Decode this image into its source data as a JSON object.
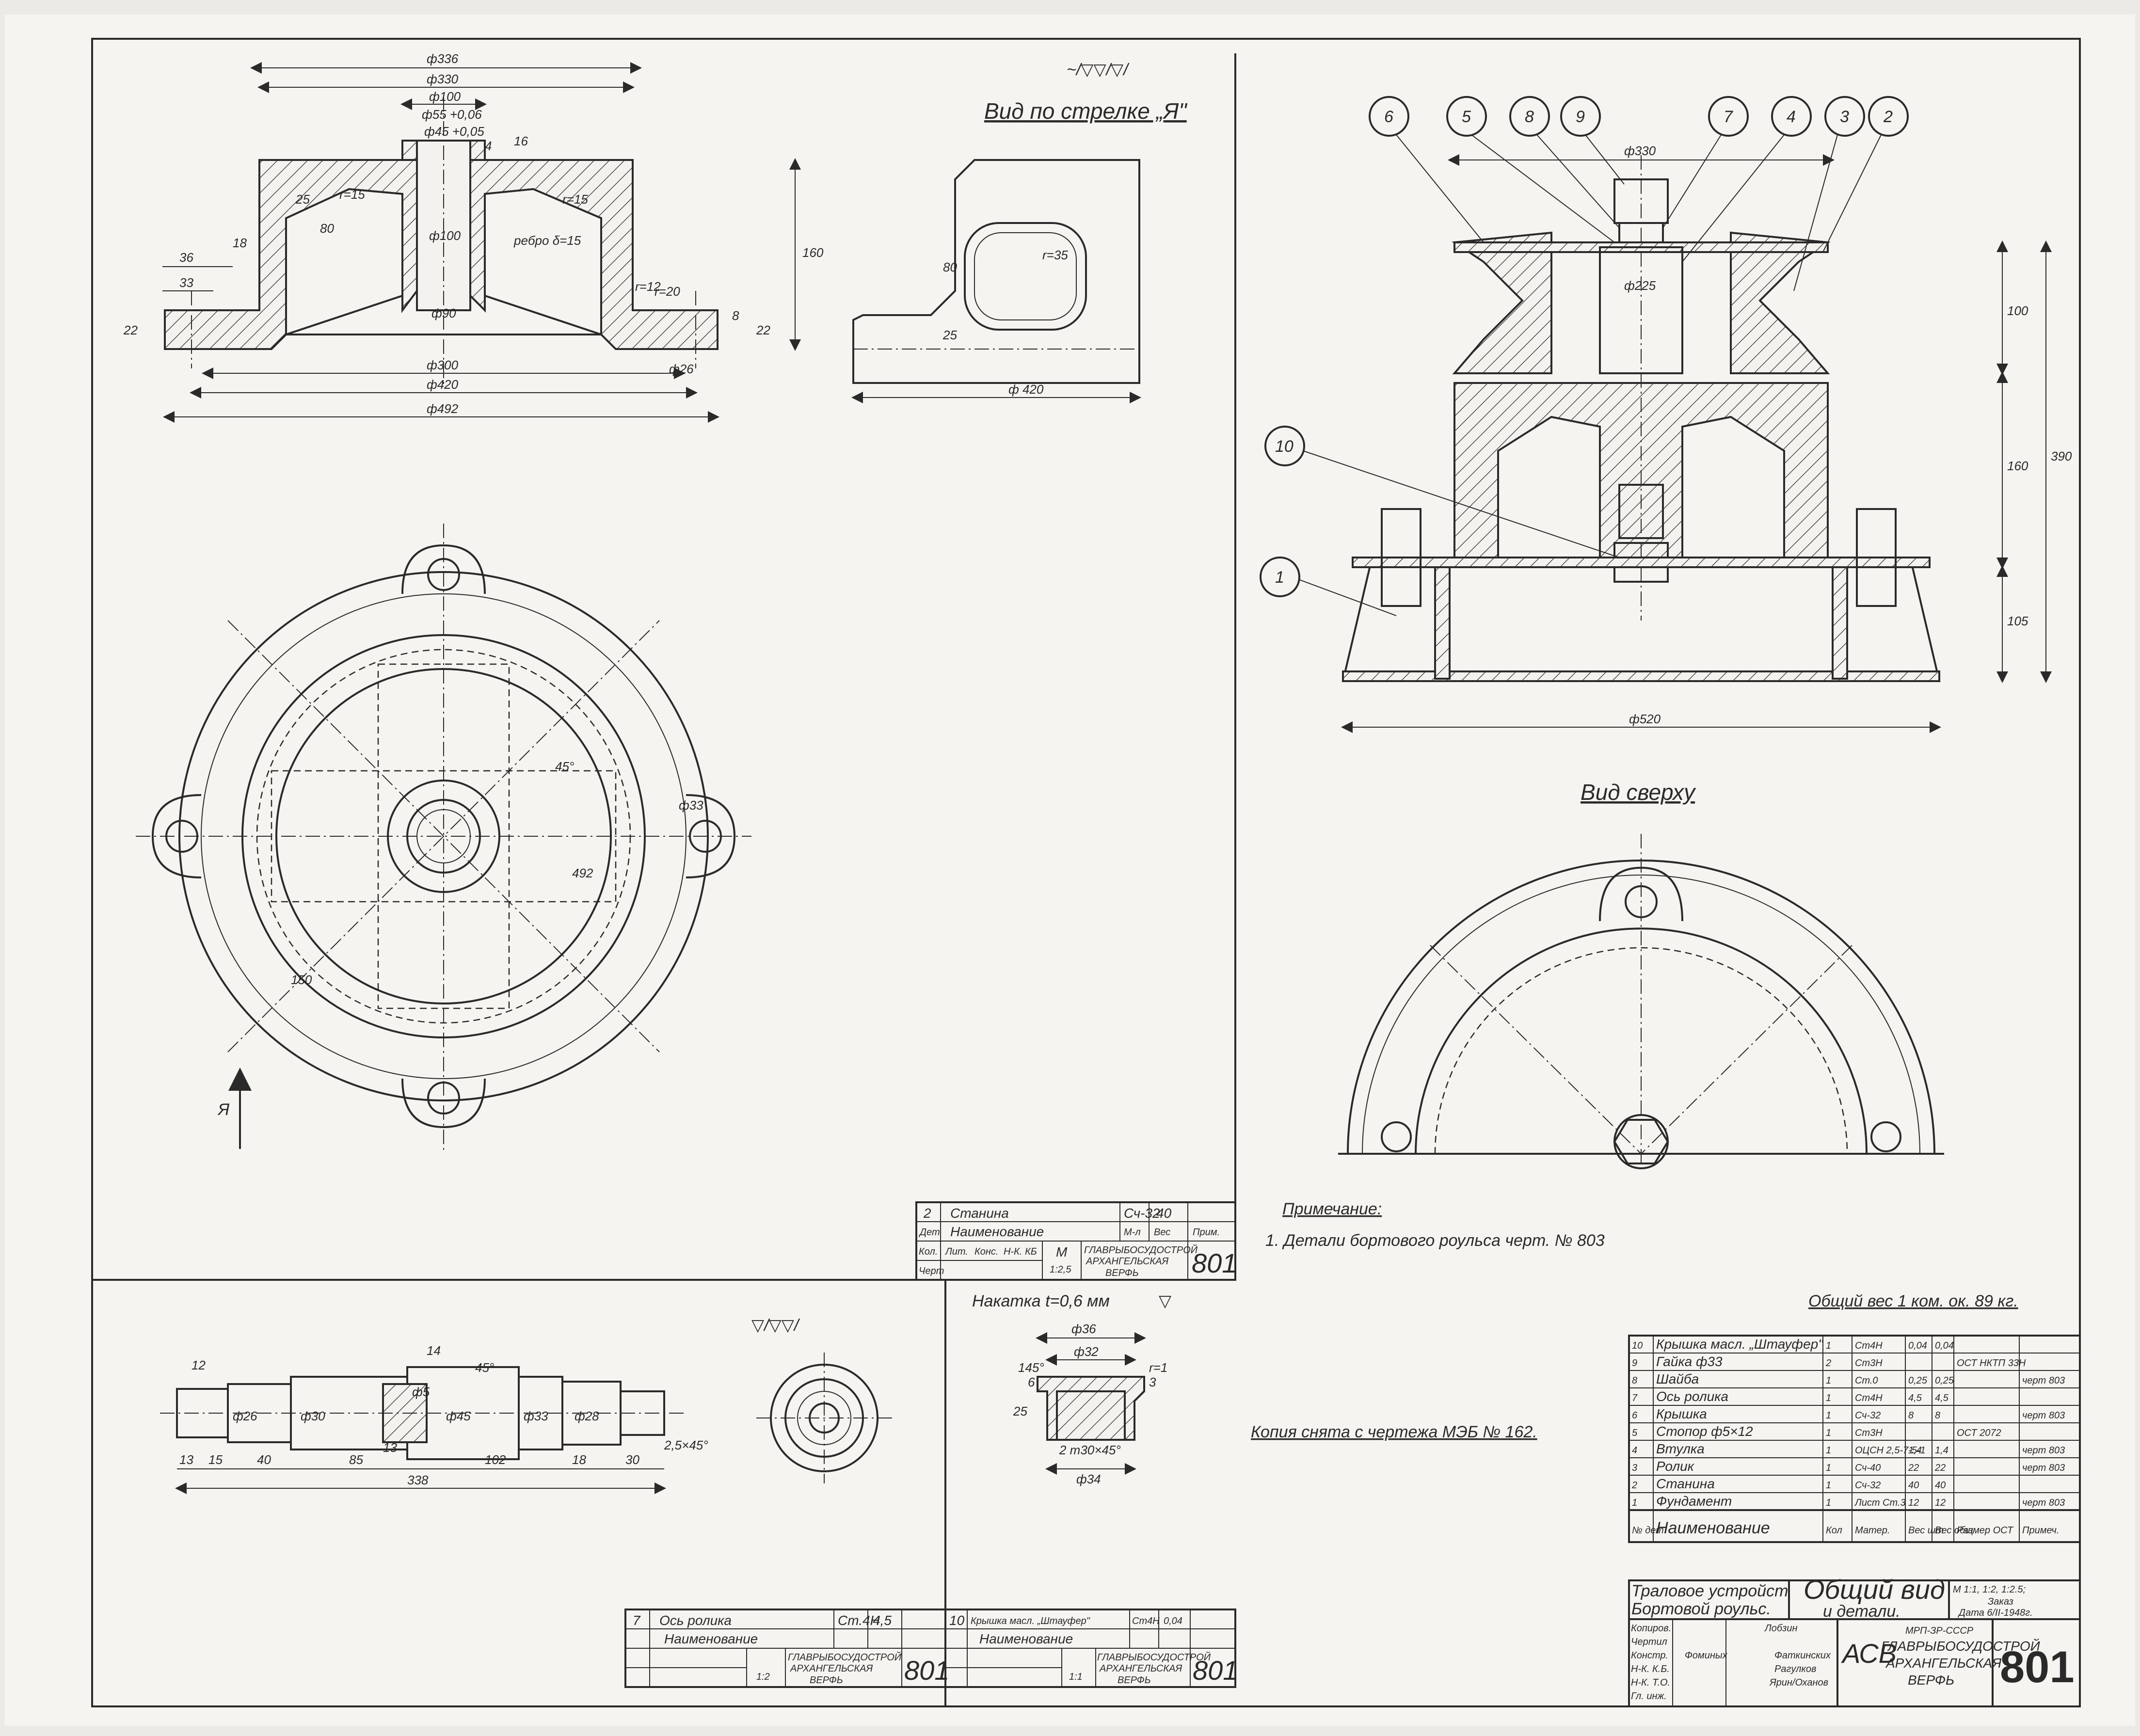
{
  "sheet": {
    "number": "801",
    "org_line1": "МРП-ЗР-СССР",
    "org_line2": "ГЛАВРЫБОСУДОСТРОЙ",
    "org_line3": "АРХАНГЕЛЬСКАЯ",
    "org_line4": "ВЕРФЬ",
    "logo_letters": "АСВ",
    "title_left_1": "Траловое устройст",
    "title_left_2": "Бортовой роульс.",
    "title_right_1": "Общий вид",
    "title_right_2": "и детали.",
    "scales": "М 1:1, 1:2, 1:2.5;",
    "order": "Заказ",
    "date": "Дата 6/II-1948г."
  },
  "views": {
    "top_view": "Вид сверху",
    "arrow_view": "Вид по стрелке „Я\"",
    "arrow_letter": "Я",
    "roughness_main": "~/▽▽/▽/",
    "roughness_axle": "▽/▽▽/",
    "roughness_cap": "▽",
    "knurl": "Накатка t=0,6 мм"
  },
  "notes": {
    "heading": "Примечание:",
    "line1": "1. Детали бортового роульса черт. № 803",
    "copy": "Копия снята с чертежа МЭБ № 162.",
    "total_weight": "Общий вес 1 ком. ок. 89 кг."
  },
  "dims_stanina": {
    "d336": "ф336",
    "d330": "ф330",
    "d100t": "ф100",
    "d55": "ф55 +0,06",
    "d45": "ф45 +0,05",
    "d100b": "ф100",
    "d90": "ф90",
    "d300": "ф300",
    "d420": "ф420",
    "d492": "ф492",
    "h160": "160",
    "h80": "80",
    "h25": "25",
    "h18": "18",
    "h16": "16",
    "h4": "4",
    "w36": "36",
    "w33": "33",
    "w22l": "22",
    "w22r": "22",
    "w8": "8",
    "d26": "ф26",
    "r20": "r=20",
    "r12": "r=12",
    "r15a": "r=15",
    "r15b": "r=15",
    "rib": "ребро δ=15",
    "s45": "45°",
    "d492c": "492",
    "d150": "150",
    "d33": "ф33",
    "view_r35": "r=35",
    "view_80": "80",
    "view_25": "25",
    "view_420": "ф 420"
  },
  "dims_assembly": {
    "d330": "ф330",
    "d225": "ф225",
    "d520": "ф520",
    "h100": "100",
    "h160": "160",
    "h105": "105",
    "h390": "390"
  },
  "dims_axle": {
    "l12": "12",
    "l14": "14",
    "l13a": "13",
    "l15": "15",
    "l40": "40",
    "l85": "85",
    "l102": "102",
    "l18": "18",
    "l30": "30",
    "l338": "338",
    "l13b": "13",
    "l45deg": "45°",
    "c25": "2,5×45°",
    "d26": "ф26",
    "d30": "ф30",
    "d33": "ф33",
    "d28": "ф28",
    "d45": "ф45",
    "d5": "ф5"
  },
  "dims_cap": {
    "d36": "ф36",
    "d32": "ф32",
    "d34": "ф34",
    "h25": "25",
    "h6": "6",
    "h3": "3",
    "ch": "2 m30×45°",
    "r1": "r=1",
    "w145": "145°"
  },
  "balloons": [
    "6",
    "5",
    "8",
    "9",
    "7",
    "4",
    "3",
    "2",
    "10",
    "1"
  ],
  "parts_table": {
    "headers": [
      "№ дет",
      "Наименование",
      "Кол",
      "Матер.",
      "Вес шт",
      "Вес общ",
      "Размер ОСТ",
      "Примеч."
    ],
    "rows": [
      [
        "10",
        "Крышка масл. „Штауфер\"",
        "1",
        "Ст4Н",
        "0,04",
        "0,04",
        "",
        ""
      ],
      [
        "9",
        "Гайка ф33",
        "2",
        "Ст3Н",
        "",
        "",
        "ОСТ НКТП 33Н",
        ""
      ],
      [
        "8",
        "Шайба",
        "1",
        "Ст.0",
        "0,25",
        "0,25",
        "",
        "черт 803"
      ],
      [
        "7",
        "Ось ролика",
        "1",
        "Ст4Н",
        "4,5",
        "4,5",
        "",
        ""
      ],
      [
        "6",
        "Крышка",
        "1",
        "Сч-32",
        "8",
        "8",
        "",
        "черт 803"
      ],
      [
        "5",
        "Стопор ф5×12",
        "1",
        "Ст3Н",
        "",
        "",
        "ОСТ 2072",
        ""
      ],
      [
        "4",
        "Втулка",
        "1",
        "ОЦСН 2,5-7-5-1",
        "1,4",
        "1,4",
        "",
        "черт 803"
      ],
      [
        "3",
        "Ролик",
        "1",
        "Сч-40",
        "22",
        "22",
        "",
        "черт 803"
      ],
      [
        "2",
        "Станина",
        "1",
        "Сч-32",
        "40",
        "40",
        "",
        ""
      ],
      [
        "1",
        "Фундамент",
        "1",
        "Лист Ст.3",
        "12",
        "12",
        "",
        "черт 803"
      ]
    ]
  },
  "stamp_roles": [
    "Копиров.",
    "Чертил",
    "Констр.",
    "Н-К. К.Б.",
    "Н-К. Т.О.",
    "Гл. инж."
  ],
  "stamp_names": [
    "Лобзин",
    "Фоминых",
    "Фаткинских",
    "Рагулков",
    "Ярин/Оханов"
  ],
  "stamp_stanina": {
    "num": "2",
    "name": "Станина",
    "mat": "Сч-32",
    "weight": "40",
    "h_det": "Дет",
    "h_name": "Наименование",
    "h_mat": "М-л",
    "h_w": "Вес",
    "h_note": "Прим.",
    "k1": "Кол.",
    "k2": "Лит.",
    "k3": "Конс.",
    "k4": "Н-К. КБ",
    "k5": "Черт",
    "scale_m": "М",
    "scale": "1:2,5",
    "org1": "ГЛАВРЫБОСУДОСТРОЙ",
    "org2": "АРХАНГЕЛЬСКАЯ",
    "org3": "ВЕРФЬ",
    "sheet": "801"
  },
  "stamp_axle": {
    "num": "7",
    "name": "Ось ролика",
    "mat": "Ст.4Н",
    "weight": "4,5",
    "scale": "1:2",
    "sheet": "801"
  },
  "stamp_cap": {
    "num": "10",
    "name": "Крышка масл. „Штауфер\"",
    "mat": "Ст4Н",
    "weight": "0,04",
    "scale": "1:1",
    "sheet": "801"
  }
}
